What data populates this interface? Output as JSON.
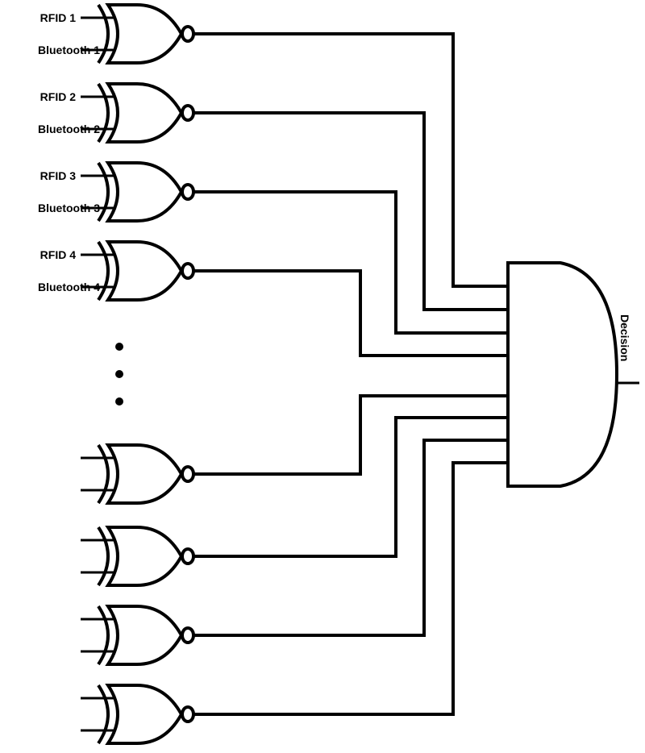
{
  "diagram": {
    "title_output": "Decision",
    "stroke_color": "#000000",
    "background_color": "#ffffff",
    "gates": [
      {
        "type": "XNOR",
        "input_a": "RFID 1",
        "input_b": "Bluetooth 1"
      },
      {
        "type": "XNOR",
        "input_a": "RFID 2",
        "input_b": "Bluetooth 2"
      },
      {
        "type": "XNOR",
        "input_a": "RFID 3",
        "input_b": "Bluetooth 3"
      },
      {
        "type": "XNOR",
        "input_a": "RFID 4",
        "input_b": "Bluetooth 4"
      },
      {
        "type": "XNOR",
        "input_a": "",
        "input_b": ""
      },
      {
        "type": "XNOR",
        "input_a": "",
        "input_b": ""
      },
      {
        "type": "XNOR",
        "input_a": "",
        "input_b": ""
      },
      {
        "type": "XNOR",
        "input_a": "",
        "input_b": ""
      }
    ],
    "ellipsis": "vertical-dots",
    "output_gate": {
      "type": "AND",
      "inputs": 8,
      "output_label": "Decision"
    }
  }
}
